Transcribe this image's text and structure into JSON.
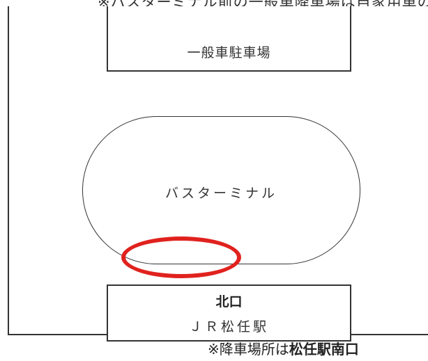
{
  "top_caption": "※バスターミナル前の一般車降車場は自家用車の降車に使用",
  "map": {
    "parking_label": "一般車駐車場",
    "bus_terminal_label": "バスターミナル",
    "station": {
      "exit_label": "北口",
      "name": "ＪＲ松任駅"
    }
  },
  "note": {
    "prefix": "※降車場所は",
    "emphasis": "松任駅南口"
  },
  "colors": {
    "highlight": "#e0221e",
    "lines": "#333333"
  }
}
